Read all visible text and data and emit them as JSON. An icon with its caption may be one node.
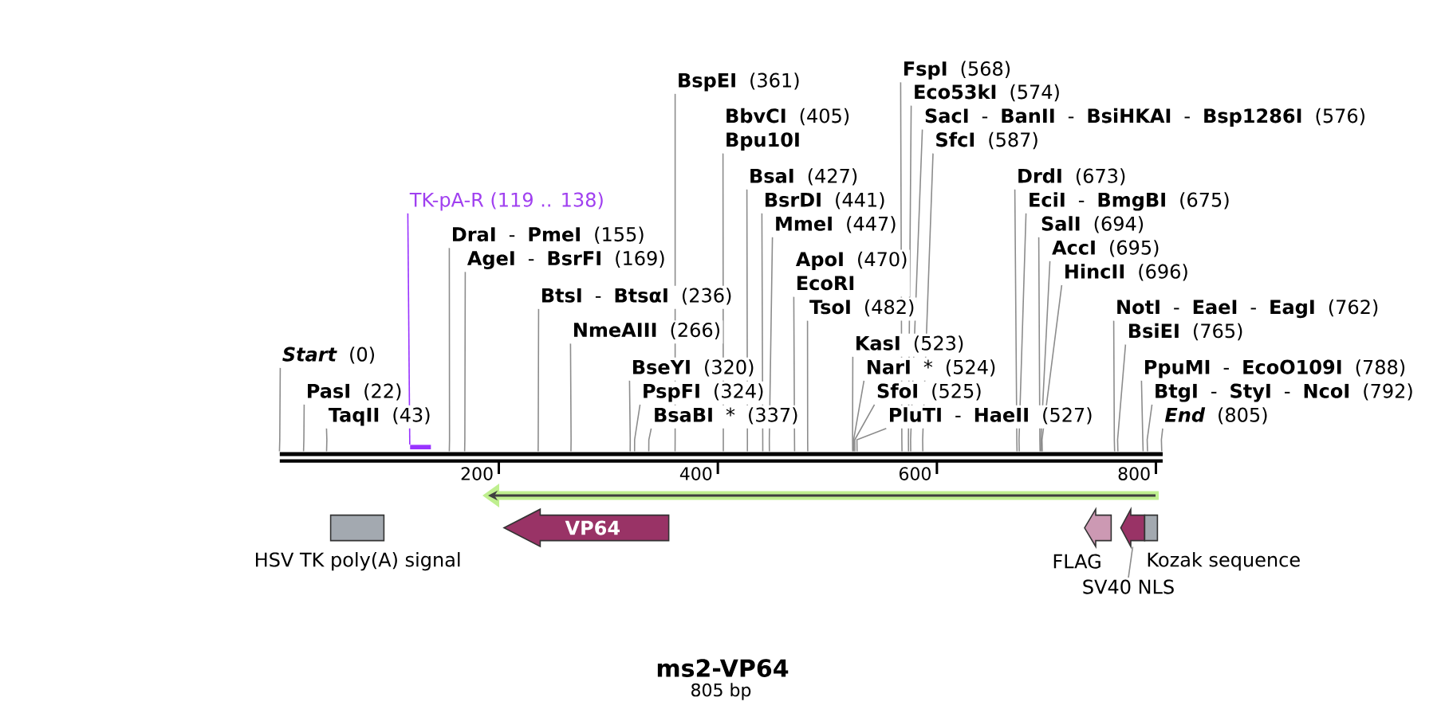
{
  "diagram": {
    "title": "ms2-VP64",
    "caption": "805 bp",
    "nodes": [
      {
        "text": [
          "*Start* (0)"
        ]
      },
      {
        "text": [
          "**PasI** (22)"
        ]
      },
      {
        "text": [
          "**TaqII** (43)"
        ]
      },
      {
        "text": [
          "TK-pA-R (119 .. 138)"
        ]
      },
      {
        "text": [],
        "shape": "bar"
      },
      {
        "text": [
          "**DraI** - **PmeI** (155)"
        ]
      },
      {
        "text": [
          "**AgeI** - **BsrFI** (169)"
        ]
      },
      {
        "text": [
          "**BtsI** - **BtsαI** (236)"
        ]
      },
      {
        "text": [
          "**NmeAIII** (266)"
        ]
      },
      {
        "text": [
          "**BseYI** (320)"
        ]
      },
      {
        "text": [
          "**PspFI** (324)"
        ]
      },
      {
        "text": [
          "**BsaBI** * (337)"
        ]
      },
      {
        "text": [
          "**BspEI** (361)"
        ]
      },
      {
        "text": [
          "**BbvCI** (405)",
          "Bpu10I"
        ]
      },
      {
        "text": [
          "**BsaI** (427)"
        ]
      },
      {
        "text": [
          "**BsrDI** (441)"
        ]
      },
      {
        "text": [
          "**MmeI** (447)"
        ]
      },
      {
        "text": [
          "**ApoI** (470)",
          "EcoRI"
        ]
      },
      {
        "text": [
          "**TsoI** (482)"
        ]
      },
      {
        "text": [
          "**KasI** (523)"
        ]
      },
      {
        "text": [
          "**NarI** * (524)"
        ]
      },
      {
        "text": [
          "**SfoI** (525)"
        ]
      },
      {
        "text": [
          "**PluTI** - **HaeII** (527)"
        ]
      },
      {
        "text": [
          "**FspI** (568)"
        ]
      },
      {
        "text": [
          "**Eco53kI** (574)"
        ]
      },
      {
        "text": [
          "**SacI** - **BanII** - **BsiHKAI** - **Bsp1286I** (576)"
        ]
      },
      {
        "text": [
          "**SfcI** (587)"
        ]
      },
      {
        "text": [
          "**DrdI** (673)"
        ]
      },
      {
        "text": [
          "**EciI** - **BmgBI** (675)"
        ]
      },
      {
        "text": [
          "**SalI** (694)"
        ]
      },
      {
        "text": [
          "**AccI** (695)"
        ]
      },
      {
        "text": [
          "**HincII** (696)"
        ]
      },
      {
        "text": [
          "**NotI** - **EaeI** - **EagI** (762)"
        ]
      },
      {
        "text": [
          "**BsiEI** (765)"
        ]
      },
      {
        "text": [
          "**PpuMI** - **EcoO109I** (788)"
        ]
      },
      {
        "text": [
          "**BtgI** - **StyI** - **NcoI** (792)"
        ]
      },
      {
        "text": [
          "*End* (805)"
        ]
      },
      {
        "text": [],
        "shape": "bar"
      },
      {
        "text": [
          "HSV TK poly(A) signal"
        ]
      },
      {
        "text": [
          "VP64"
        ]
      },
      {
        "text": [
          "FLAG"
        ]
      },
      {
        "text": [],
        "shape": "arrow"
      },
      {
        "text": [
          "SV40 NLS"
        ]
      },
      {
        "text": [
          "Kozak sequence"
        ]
      }
    ],
    "edges": [
      {
        "from": 0,
        "to": 37,
        "arrow": "none"
      },
      {
        "from": 1,
        "to": 37,
        "arrow": "none"
      },
      {
        "from": 2,
        "to": 37,
        "arrow": "none"
      },
      {
        "from": 5,
        "to": 37,
        "arrow": "none"
      },
      {
        "from": 6,
        "to": 37,
        "arrow": "none"
      },
      {
        "from": 7,
        "to": 37,
        "arrow": "none"
      },
      {
        "from": 8,
        "to": 37,
        "arrow": "none"
      },
      {
        "from": 9,
        "to": 37,
        "arrow": "none"
      },
      {
        "from": 10,
        "to": 37,
        "arrow": "none"
      },
      {
        "from": 11,
        "to": 37,
        "arrow": "none"
      },
      {
        "from": 12,
        "to": 37,
        "arrow": "none"
      },
      {
        "from": 13,
        "to": 37,
        "arrow": "none"
      },
      {
        "from": 14,
        "to": 37,
        "arrow": "none"
      },
      {
        "from": 15,
        "to": 37,
        "arrow": "none"
      },
      {
        "from": 16,
        "to": 37,
        "arrow": "none"
      },
      {
        "from": 17,
        "to": 37,
        "arrow": "none"
      },
      {
        "from": 18,
        "to": 37,
        "arrow": "none"
      },
      {
        "from": 19,
        "to": 37,
        "arrow": "none"
      },
      {
        "from": 20,
        "to": 37,
        "arrow": "none"
      },
      {
        "from": 21,
        "to": 37,
        "arrow": "none"
      },
      {
        "from": 22,
        "to": 37,
        "arrow": "none"
      },
      {
        "from": 23,
        "to": 37,
        "arrow": "none"
      },
      {
        "from": 24,
        "to": 37,
        "arrow": "none"
      },
      {
        "from": 25,
        "to": 37,
        "arrow": "none"
      },
      {
        "from": 26,
        "to": 37,
        "arrow": "none"
      },
      {
        "from": 27,
        "to": 37,
        "arrow": "none"
      },
      {
        "from": 28,
        "to": 37,
        "arrow": "none"
      },
      {
        "from": 29,
        "to": 37,
        "arrow": "none"
      },
      {
        "from": 30,
        "to": 37,
        "arrow": "none"
      },
      {
        "from": 31,
        "to": 37,
        "arrow": "none"
      },
      {
        "from": 32,
        "to": 37,
        "arrow": "none"
      },
      {
        "from": 33,
        "to": 37,
        "arrow": "none"
      },
      {
        "from": 34,
        "to": 37,
        "arrow": "none"
      },
      {
        "from": 35,
        "to": 37,
        "arrow": "none"
      },
      {
        "from": 36,
        "to": 37,
        "arrow": "none"
      },
      {
        "from": 3,
        "to": 4,
        "arrow": "none",
        "color": "#9933ff"
      },
      {
        "from": 42,
        "to": 41,
        "arrow": "none"
      }
    ],
    "labels": [
      "200",
      "400",
      "600",
      "800"
    ]
  }
}
